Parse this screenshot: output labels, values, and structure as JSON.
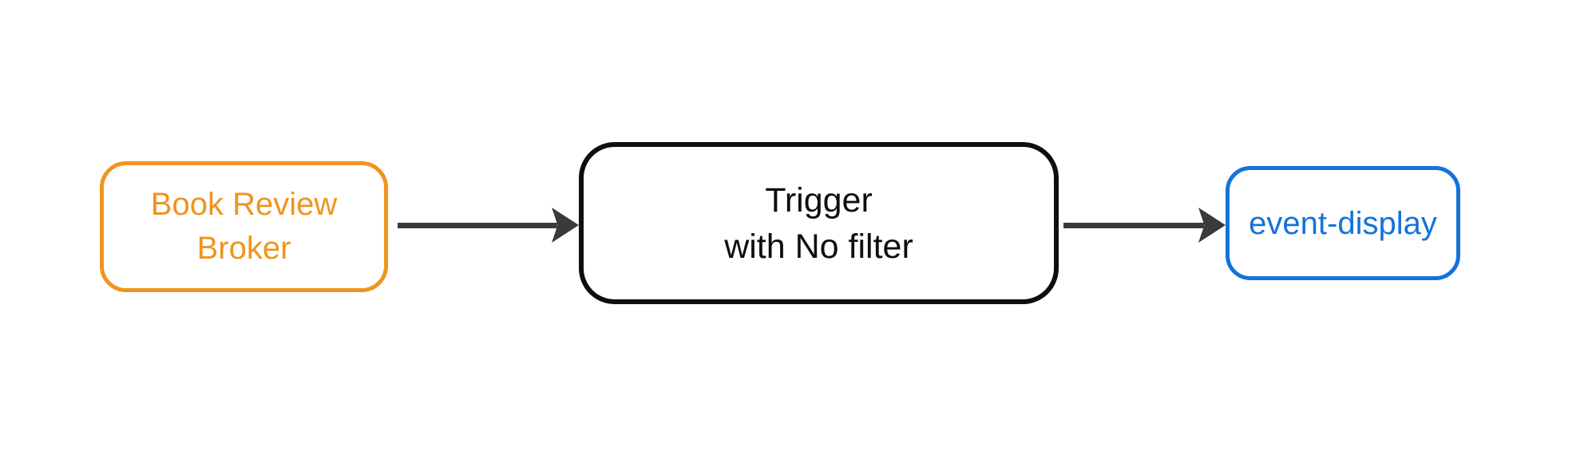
{
  "diagram": {
    "background_color": "#ffffff",
    "edge_color": "#3a3a3a",
    "nodes": {
      "broker": {
        "label": "Book Review\nBroker",
        "color": "#f0941f",
        "shape": "rounded-rectangle"
      },
      "trigger": {
        "label": "Trigger\nwith No filter",
        "color": "#0e0e0e",
        "shape": "rounded-rectangle"
      },
      "event_display": {
        "label": "event-display",
        "color": "#1572db",
        "shape": "rounded-rectangle"
      }
    },
    "edges": [
      {
        "from": "broker",
        "to": "trigger"
      },
      {
        "from": "trigger",
        "to": "event_display"
      }
    ]
  }
}
